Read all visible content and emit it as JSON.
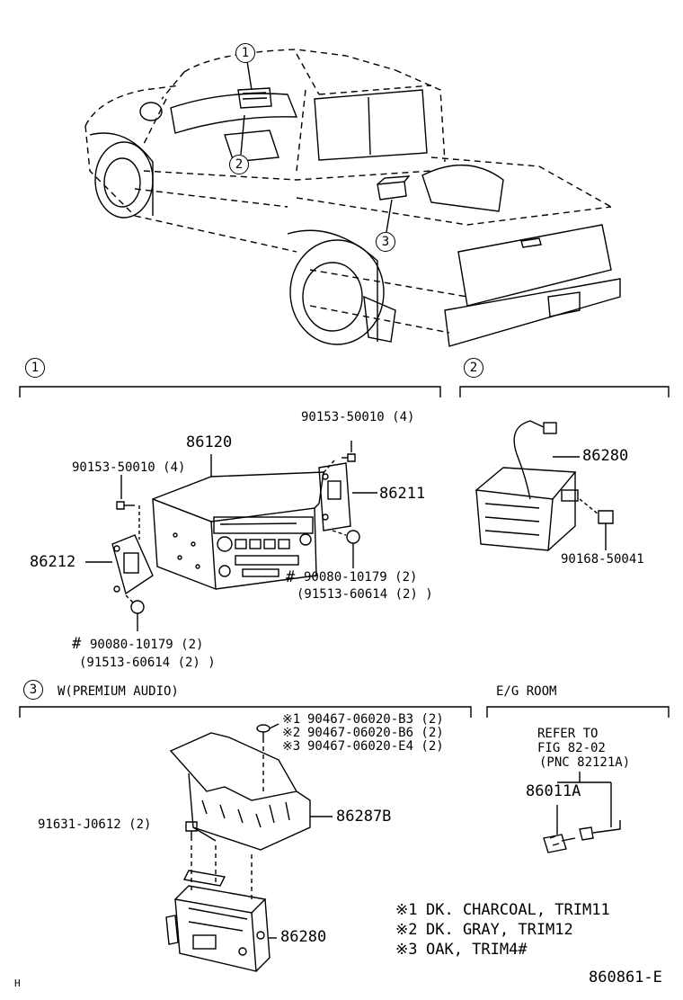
{
  "sections": {
    "s1": {
      "num": "1"
    },
    "s2": {
      "num": "2"
    },
    "s3": {
      "num": "3",
      "title": "W(PREMIUM AUDIO)"
    },
    "eg": {
      "title": "E/G ROOM"
    }
  },
  "truck_callouts": [
    "1",
    "2",
    "3"
  ],
  "parts": {
    "p86120": "86120",
    "p90153_top": "90153-50010 (4)",
    "p90153_left": "90153-50010 (4)",
    "p86211": "86211",
    "p86212": "86212",
    "p90080_right": "90080-10179 (2)",
    "p91513_right": "(91513-60614 (2) )",
    "p90080_bottom": "90080-10179 (2)",
    "p91513_bottom": "(91513-60614 (2) )",
    "hash_right": "#",
    "hash_bottom": "#",
    "p86280_a": "86280",
    "p90168": "90168-50041",
    "p90467_1": "90467-06020-B3 (2)",
    "p90467_2": "90467-06020-B6 (2)",
    "p90467_3": "90467-06020-E4 (2)",
    "mk1": "※1",
    "mk2": "※2",
    "mk3": "※3",
    "p86287B": "86287B",
    "p91631": "91631-J0612 (2)",
    "p86280_b": "86280",
    "refer1": "REFER TO",
    "refer2": "FIG 82-02",
    "refer3": "(PNC 82121A)",
    "p86011A": "86011A"
  },
  "legend": [
    {
      "mark": "※1",
      "text": "DK. CHARCOAL, TRIM11"
    },
    {
      "mark": "※2",
      "text": "DK. GRAY, TRIM12"
    },
    {
      "mark": "※3",
      "text": "OAK, TRIM4#"
    }
  ],
  "footer": {
    "left": "H",
    "right": "860861-E"
  }
}
